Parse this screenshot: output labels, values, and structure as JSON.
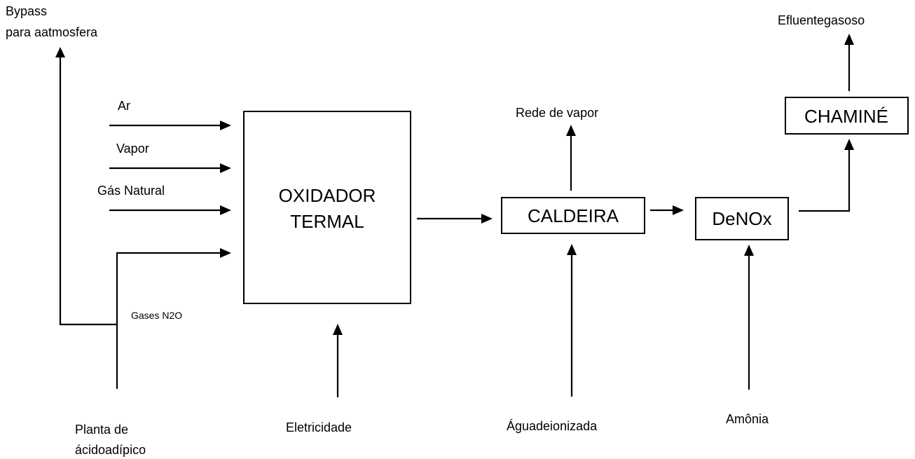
{
  "diagram": {
    "type": "process-flow",
    "colors": {
      "line": "#000000",
      "background": "#ffffff"
    },
    "inputs": {
      "ar": "Ar",
      "vapor": "Vapor",
      "gas_natural": "Gás Natural",
      "gases_n2o": "Gases N2O",
      "planta_line1": "Planta de",
      "planta_line2": "ácidoadípico",
      "eletricidade": "Eletricidade",
      "agua": "Águadeionizada",
      "amonia": "Amônia"
    },
    "outputs": {
      "bypass_line1": "Bypass",
      "bypass_line2": "para aatmosfera",
      "rede_vapor": "Rede de vapor",
      "efluente": "Efluentegasoso"
    },
    "units": {
      "oxidador_line1": "OXIDADOR",
      "oxidador_line2": "TERMAL",
      "caldeira": "CALDEIRA",
      "denox": "DeNOx",
      "chamine": "CHAMINÉ"
    }
  }
}
